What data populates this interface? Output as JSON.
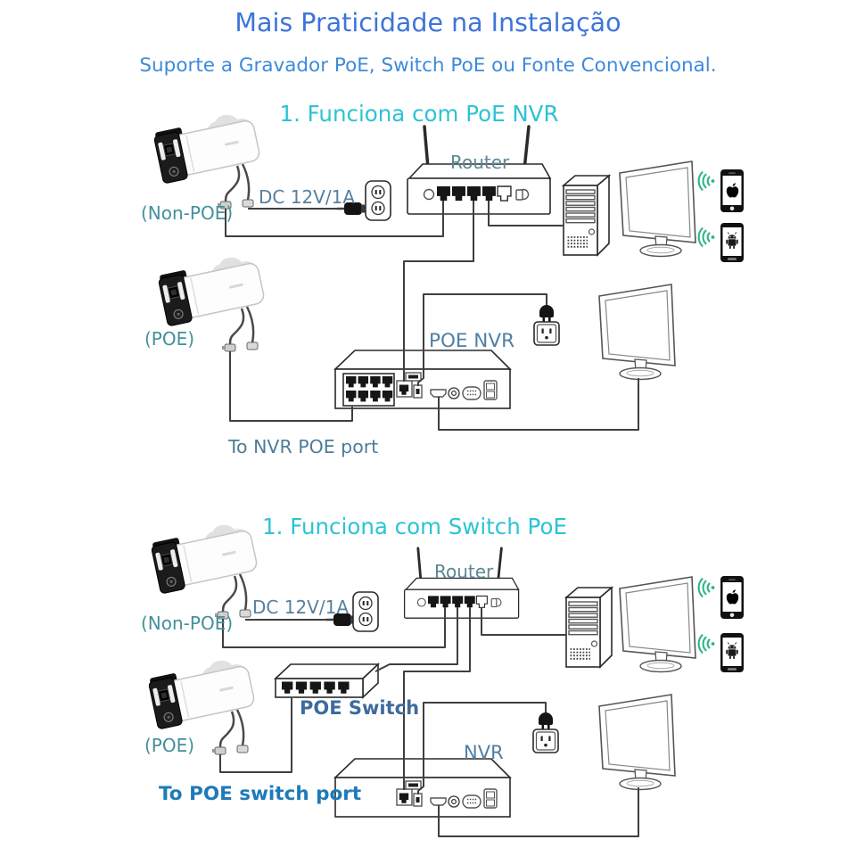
{
  "header": {
    "title": "Mais Praticidade na Instalação",
    "subtitle": "Suporte a Gravador PoE, Switch PoE ou Fonte Convencional."
  },
  "s1": {
    "heading": "1. Funciona com PoE NVR",
    "non_poe": "(Non-POE)",
    "dc": "DC 12V/1A",
    "router": "Router",
    "nvr": "POE NVR",
    "poe": "(POE)",
    "note": "To NVR POE port"
  },
  "s2": {
    "heading": "1. Funciona com Switch PoE",
    "non_poe": "(Non-POE)",
    "dc": "DC 12V/1A",
    "router": "Router",
    "switch": "POE Switch",
    "nvr": "NVR",
    "poe": "(POE)",
    "note": "To POE switch port"
  },
  "colors": {
    "title": "#3d74da",
    "subtitle": "#3e8ada",
    "heading": "#2cc3d5",
    "camera_tag": "#43909b",
    "device_label": "#4e7fa6",
    "router_label": "#5c8795",
    "dc_label": "#56809f",
    "note": "#4d7d99",
    "switch_label": "#3e6b9d",
    "switch_note": "#1e7ab8",
    "wifi": "#2db38a"
  },
  "icons": [
    "bullet-camera-icon",
    "power-adapter-icon",
    "wall-outlet-icon",
    "router-icon",
    "pc-tower-icon",
    "monitor-icon",
    "iphone-icon",
    "android-phone-icon",
    "wifi-signal-icon",
    "power-plug-icon",
    "poe-nvr-icon",
    "nvr-icon",
    "poe-switch-icon"
  ]
}
